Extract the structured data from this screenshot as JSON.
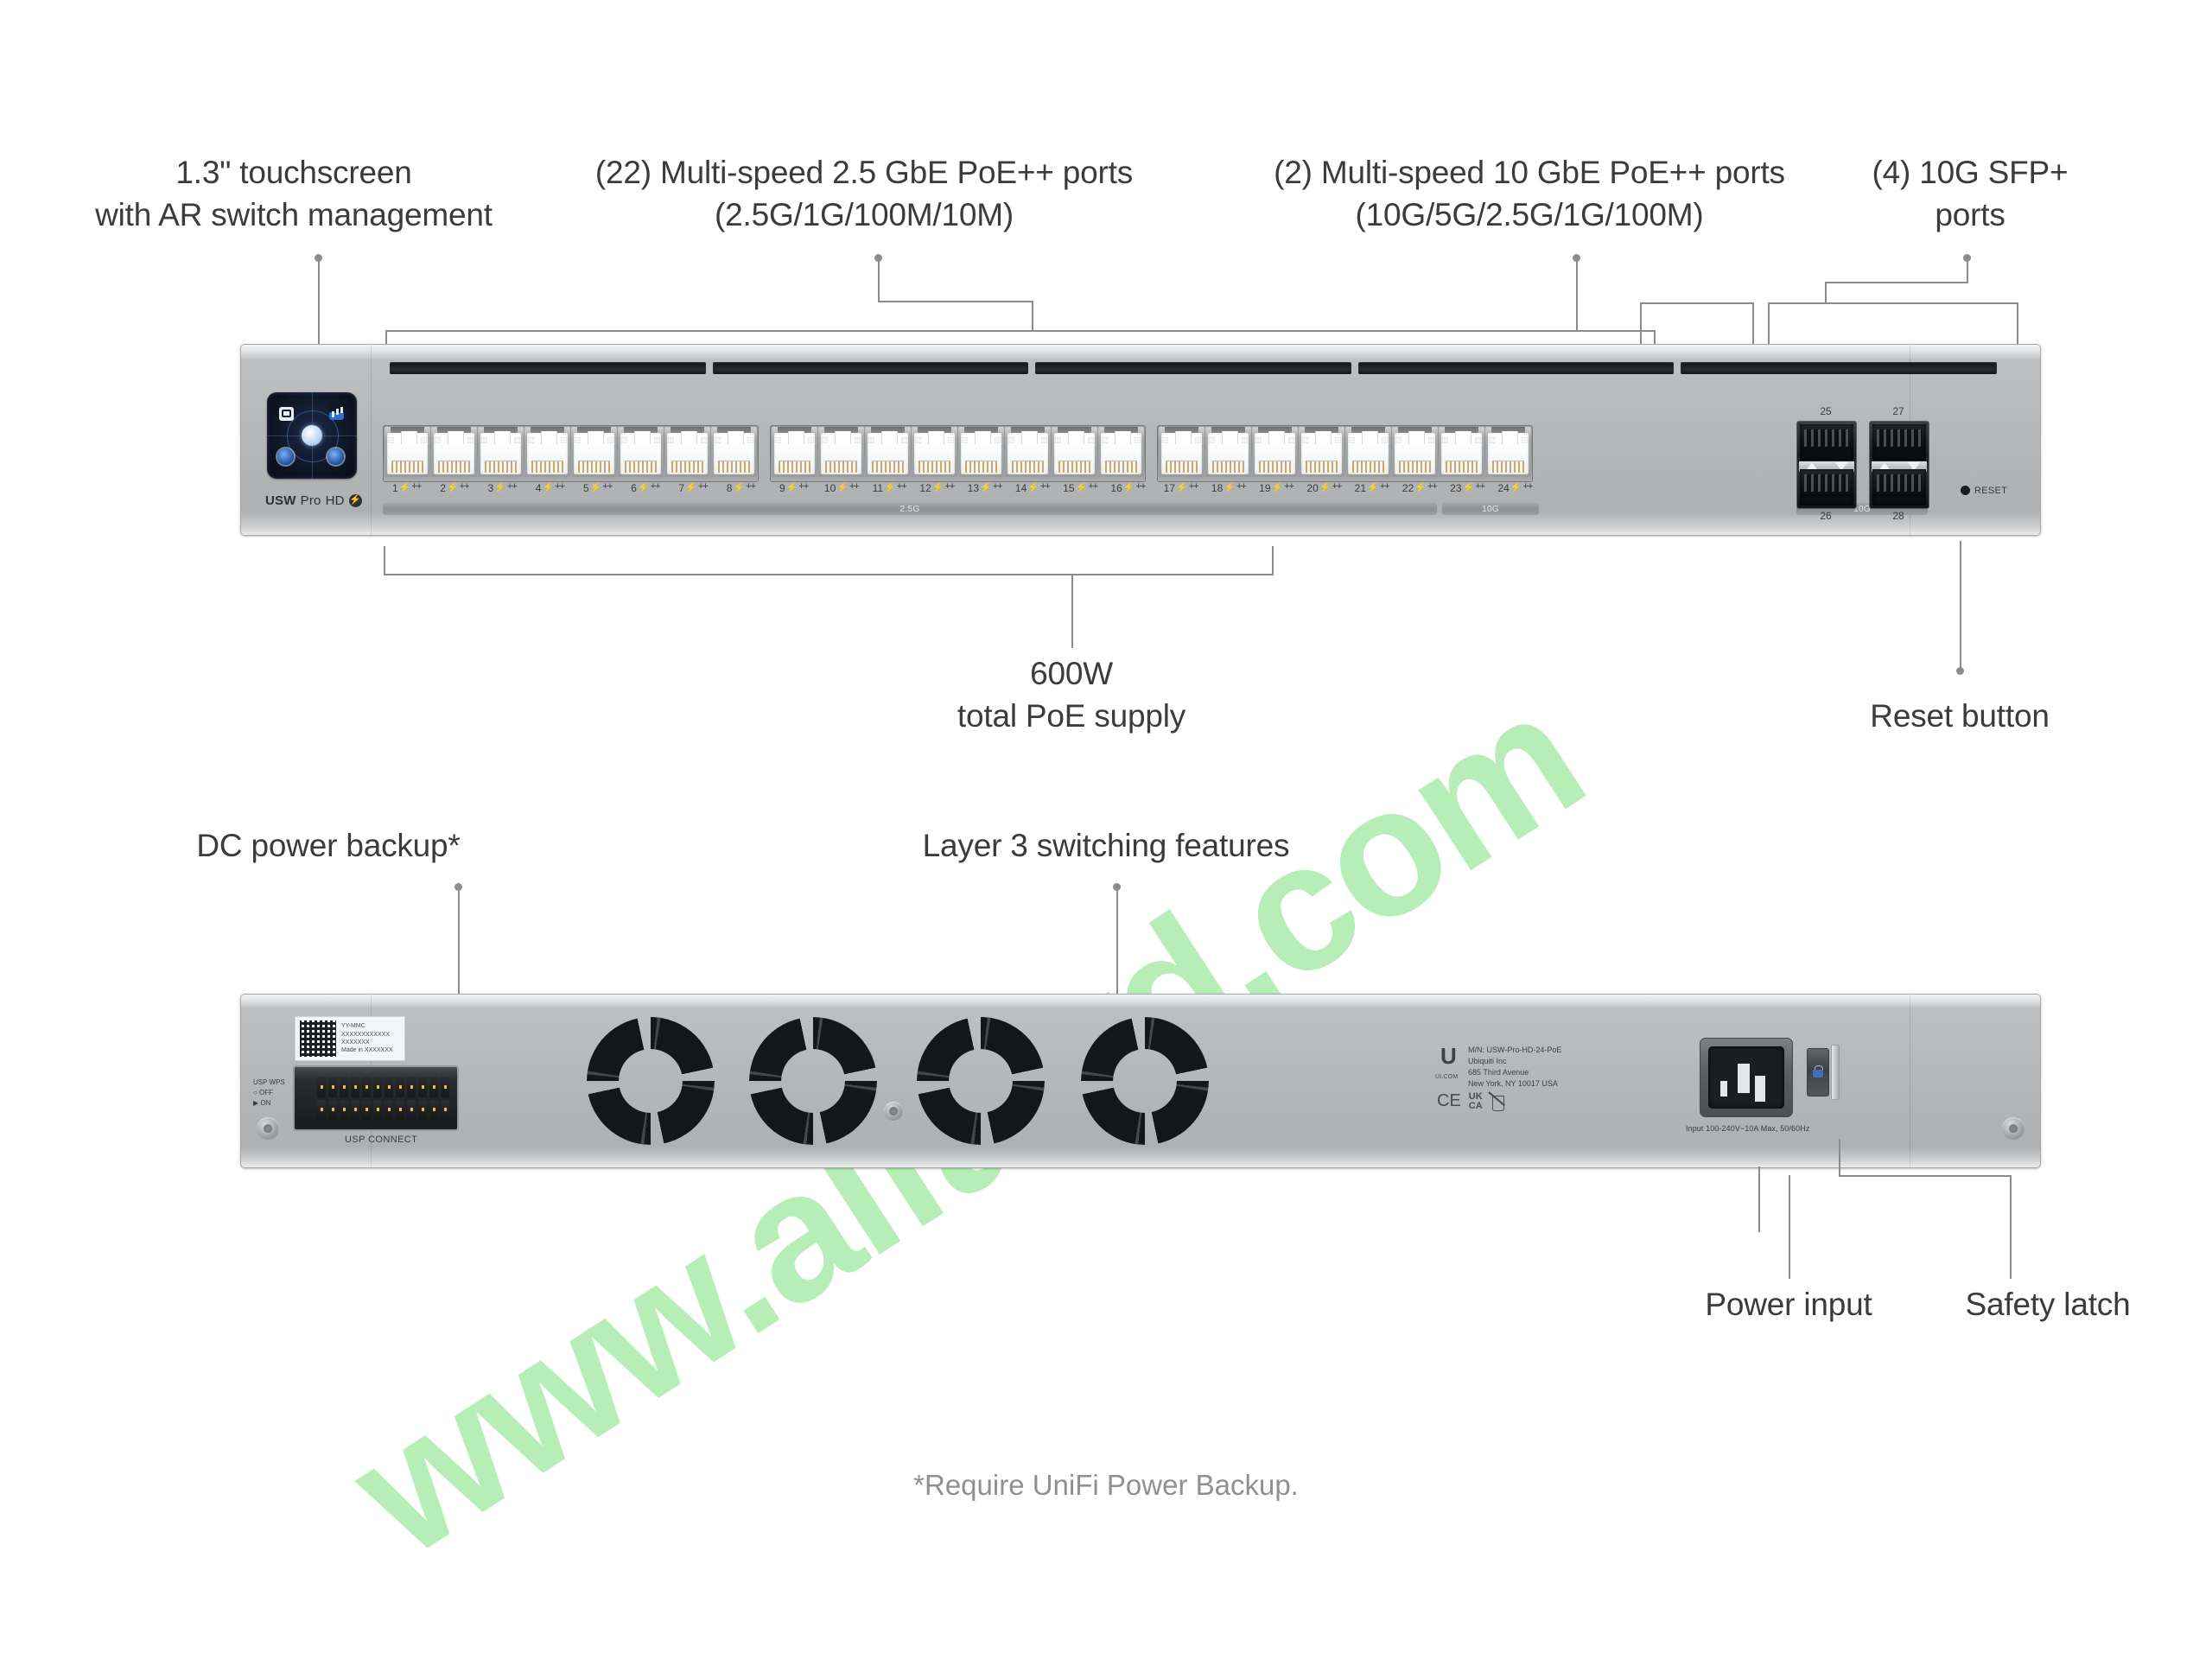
{
  "diagram": {
    "footnote": "*Require UniFi Power Backup.",
    "watermark": "www.alfalyd.com"
  },
  "callouts": {
    "touchscreen": "1.3\" touchscreen\nwith AR switch management",
    "ports_2_5g": "(22) Multi-speed 2.5 GbE PoE++ ports\n(2.5G/1G/100M/10M)",
    "ports_10g": "(2) Multi-speed 10 GbE PoE++ ports\n(10G/5G/2.5G/1G/100M)",
    "ports_sfp": "(4) 10G SFP+\nports",
    "poe_supply": "600W\ntotal PoE supply",
    "reset_button": "Reset button",
    "dc_power_backup": "DC power backup*",
    "layer3": "Layer 3 switching features",
    "power_input": "Power input",
    "safety_latch": "Safety latch"
  },
  "front_panel": {
    "brand_prefix": "USW",
    "brand_mid": "Pro",
    "brand_suffix": "HD",
    "brand_bolt": "⚡",
    "screen_icons": [
      "display-icon",
      "stats-icon",
      "power-button",
      "info-dot",
      "network-dot"
    ],
    "rj45_ports": [
      {
        "n": "1"
      },
      {
        "n": "2"
      },
      {
        "n": "3"
      },
      {
        "n": "4"
      },
      {
        "n": "5"
      },
      {
        "n": "6"
      },
      {
        "n": "7"
      },
      {
        "n": "8"
      },
      {
        "n": "9"
      },
      {
        "n": "10"
      },
      {
        "n": "11"
      },
      {
        "n": "12"
      },
      {
        "n": "13"
      },
      {
        "n": "14"
      },
      {
        "n": "15"
      },
      {
        "n": "16"
      },
      {
        "n": "17"
      },
      {
        "n": "18"
      },
      {
        "n": "19"
      },
      {
        "n": "20"
      },
      {
        "n": "21"
      },
      {
        "n": "22"
      },
      {
        "n": "23"
      },
      {
        "n": "24"
      }
    ],
    "poe_mark": "⚡",
    "poe_plus": "++",
    "speed_2_5g": "2.5G",
    "speed_10g_a": "10G",
    "speed_10g_b": "10G",
    "sfp_numbers_top": [
      "25",
      "27"
    ],
    "sfp_numbers_bottom": [
      "26",
      "28"
    ],
    "reset_label": "RESET"
  },
  "rear_panel": {
    "qr_text": "YY-MMC\nXXXXXXXXXXXX\nXXXXXXX\nMade in XXXXXXX",
    "usp_wps": "USP WPS\n○ OFF\n▶ ON",
    "usp_connect": "USP CONNECT",
    "regulatory": "M/N: USW-Pro-HD-24-PoE\nUbiquiti Inc\n685 Third Avenue\nNew York, NY 10017 USA",
    "ui_logo": "U",
    "ui_domain": "UI.COM",
    "cert_ce": "CE",
    "cert_ukca": "UK\nCA",
    "power_rating": "Input 100-240V~10A Max, 50/60Hz",
    "fan_count": 4
  }
}
